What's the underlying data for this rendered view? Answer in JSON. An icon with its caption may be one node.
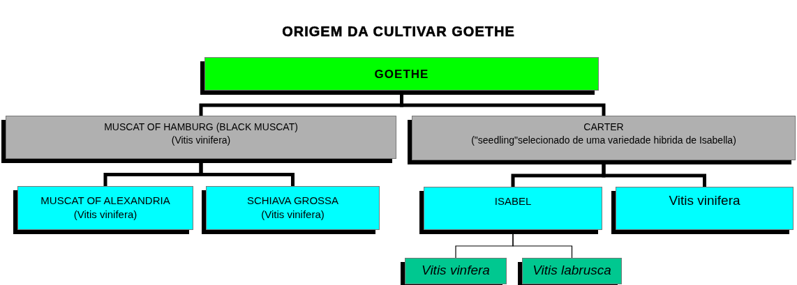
{
  "diagram": {
    "title": "ORIGEM DA CULTIVAR GOETHE",
    "nodes": [
      {
        "text": [
          "GOETHE"
        ]
      },
      {
        "text": [
          "MUSCAT OF HAMBURG (BLACK MUSCAT)",
          "(Vitis vinifera)"
        ]
      },
      {
        "text": [
          "CARTER",
          "(\"seedling\"selecionado de uma variedade hibrida de Isabella)"
        ]
      },
      {
        "text": [
          "MUSCAT OF ALEXANDRIA",
          "(Vitis vinifera)"
        ]
      },
      {
        "text": [
          "SCHIAVA GROSSA",
          "(Vitis vinifera)"
        ]
      },
      {
        "text": [
          "ISABEL"
        ]
      },
      {
        "text": [
          "Vitis vinifera"
        ]
      },
      {
        "text": [
          "Vitis vinfera"
        ]
      },
      {
        "text": [
          "Vitis labrusca"
        ]
      }
    ],
    "edges": [
      {
        "from": 0,
        "to": 1,
        "arrow": "none"
      },
      {
        "from": 0,
        "to": 2,
        "arrow": "none"
      },
      {
        "from": 1,
        "to": 3,
        "arrow": "none"
      },
      {
        "from": 1,
        "to": 4,
        "arrow": "none"
      },
      {
        "from": 2,
        "to": 5,
        "arrow": "none"
      },
      {
        "from": 2,
        "to": 6,
        "arrow": "none"
      },
      {
        "from": 5,
        "to": 7,
        "arrow": "none"
      },
      {
        "from": 5,
        "to": 8,
        "arrow": "none"
      }
    ]
  }
}
